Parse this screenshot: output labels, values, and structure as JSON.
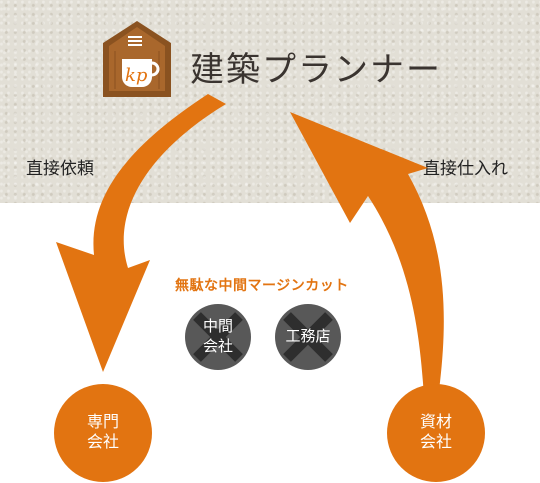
{
  "brand": {
    "name": "建築プランナー",
    "logo_letters": "kp"
  },
  "labels": {
    "left": "直接依頼",
    "right": "直接仕入れ"
  },
  "caption": "無駄な中間マージンカット",
  "cut_items": [
    {
      "line1": "中間",
      "line2": "会社"
    },
    {
      "line1": "工務店",
      "line2": ""
    }
  ],
  "endpoints": {
    "left": {
      "line1": "専門",
      "line2": "会社"
    },
    "right": {
      "line1": "資材",
      "line2": "会社"
    }
  },
  "colors": {
    "accent": "#e27411",
    "cut_circle": "#585858",
    "cross": "#2e2e2e",
    "background_top": "#e2dfd6"
  }
}
